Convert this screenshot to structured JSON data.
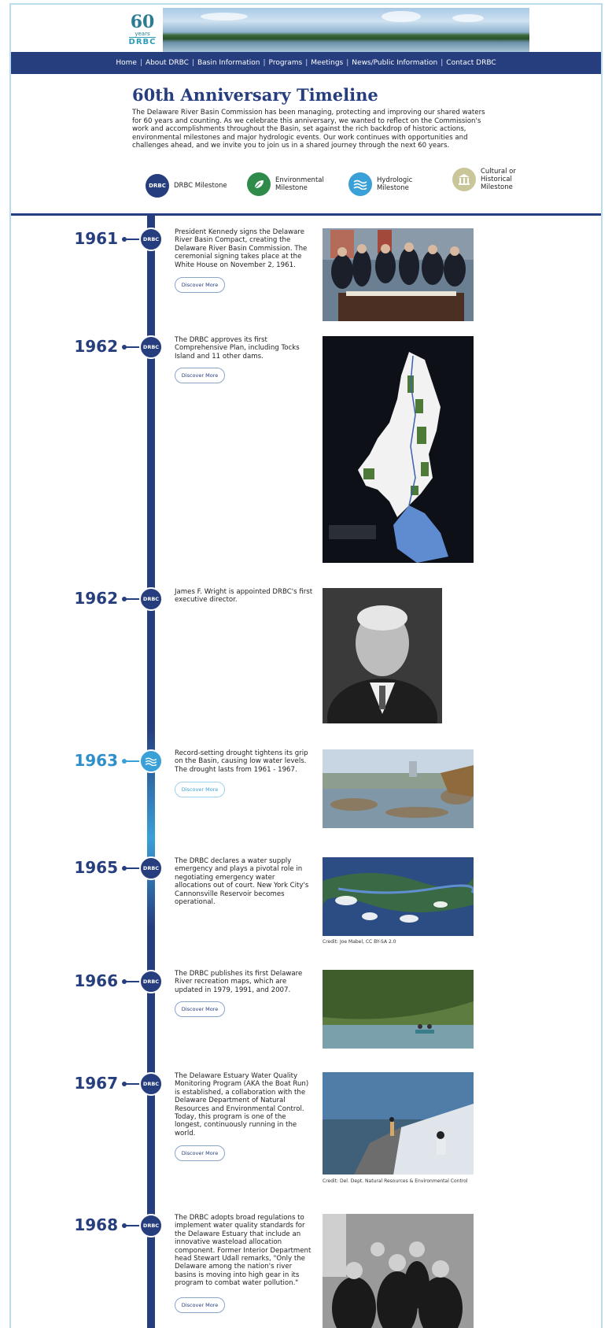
{
  "header": {
    "logo_number": "60",
    "logo_years": "years",
    "logo_brand": "DRBC"
  },
  "nav": {
    "items": [
      "Home",
      "About DRBC",
      "Basin Information",
      "Programs",
      "Meetings",
      "News/Public Information",
      "Contact DRBC"
    ],
    "separator": "|"
  },
  "page": {
    "title": "60th Anniversary Timeline",
    "intro": "The Delaware River Basin Commission has been managing, protecting and improving our shared waters for 60 years and counting. As we celebrate this anniversary, we wanted to reflect on the Commission's work and accomplishments throughout the Basin, set against the rich backdrop of historic actions, environmental milestones and major hydrologic events. Our work continues with opportunities and challenges ahead, and we invite you to join us in a shared journey through the next 60 years."
  },
  "legend": {
    "drbc_badge": "DRBC",
    "drbc_label": "DRBC Milestone",
    "env_label": "Environmental Milestone",
    "hydro_label": "Hydrologic Milestone",
    "cultural_label": "Cultural or Historical Milestone"
  },
  "colors": {
    "navy": "#263d7e",
    "hydro_blue": "#3aa0d8",
    "environmental_green": "#2e8b4a",
    "cultural_khaki": "#c9c79a"
  },
  "timeline": {
    "discover_label": "Discover More",
    "badge_text": "DRBC",
    "entries": [
      {
        "year": "1961",
        "type": "drbc",
        "text": "President Kennedy signs the Delaware River Basin Compact, creating the Delaware River Basin Commission. The ceremonial signing takes place at the White House on November 2, 1961.",
        "has_button": true,
        "credit": ""
      },
      {
        "year": "1962",
        "type": "drbc",
        "text": "The DRBC approves its first Comprehensive Plan, including Tocks Island and 11 other dams.",
        "has_button": true,
        "credit": ""
      },
      {
        "year": "1962",
        "type": "drbc",
        "text": "James F. Wright is appointed DRBC's first executive director.",
        "has_button": false,
        "credit": ""
      },
      {
        "year": "1963",
        "type": "hydro",
        "text": "Record-setting drought tightens its grip on the Basin, causing low water levels. The drought lasts from 1961 - 1967.",
        "has_button": true,
        "credit": ""
      },
      {
        "year": "1965",
        "type": "drbc",
        "text": "The DRBC declares a water supply emergency and plays a pivotal role in negotiating emergency water allocations out of court. New York City's Cannonsville Reservoir becomes operational.",
        "has_button": false,
        "credit": "Credit: Joe Mabel, CC BY-SA 2.0"
      },
      {
        "year": "1966",
        "type": "drbc",
        "text": "The DRBC publishes its first Delaware River recreation maps, which are updated in 1979, 1991, and 2007.",
        "has_button": true,
        "credit": ""
      },
      {
        "year": "1967",
        "type": "drbc",
        "text": "The Delaware Estuary Water Quality Monitoring Program (AKA the Boat Run) is established, a collaboration with the Delaware Department of Natural Resources and Environmental Control. Today, this program is one of the longest, continuously running in the world.",
        "has_button": true,
        "credit": "Credit: Del. Dept. Natural Resources & Environmental Control"
      },
      {
        "year": "1968",
        "type": "drbc",
        "text": "The DRBC adopts broad regulations to implement water quality standards for the Delaware Estuary that include an innovative wasteload allocation component. Former Interior Department head Stewart Udall remarks, \"Only the Delaware among the nation's river basins is moving into high gear in its program to combat water pollution.\"",
        "has_button": true,
        "credit": ""
      }
    ]
  }
}
